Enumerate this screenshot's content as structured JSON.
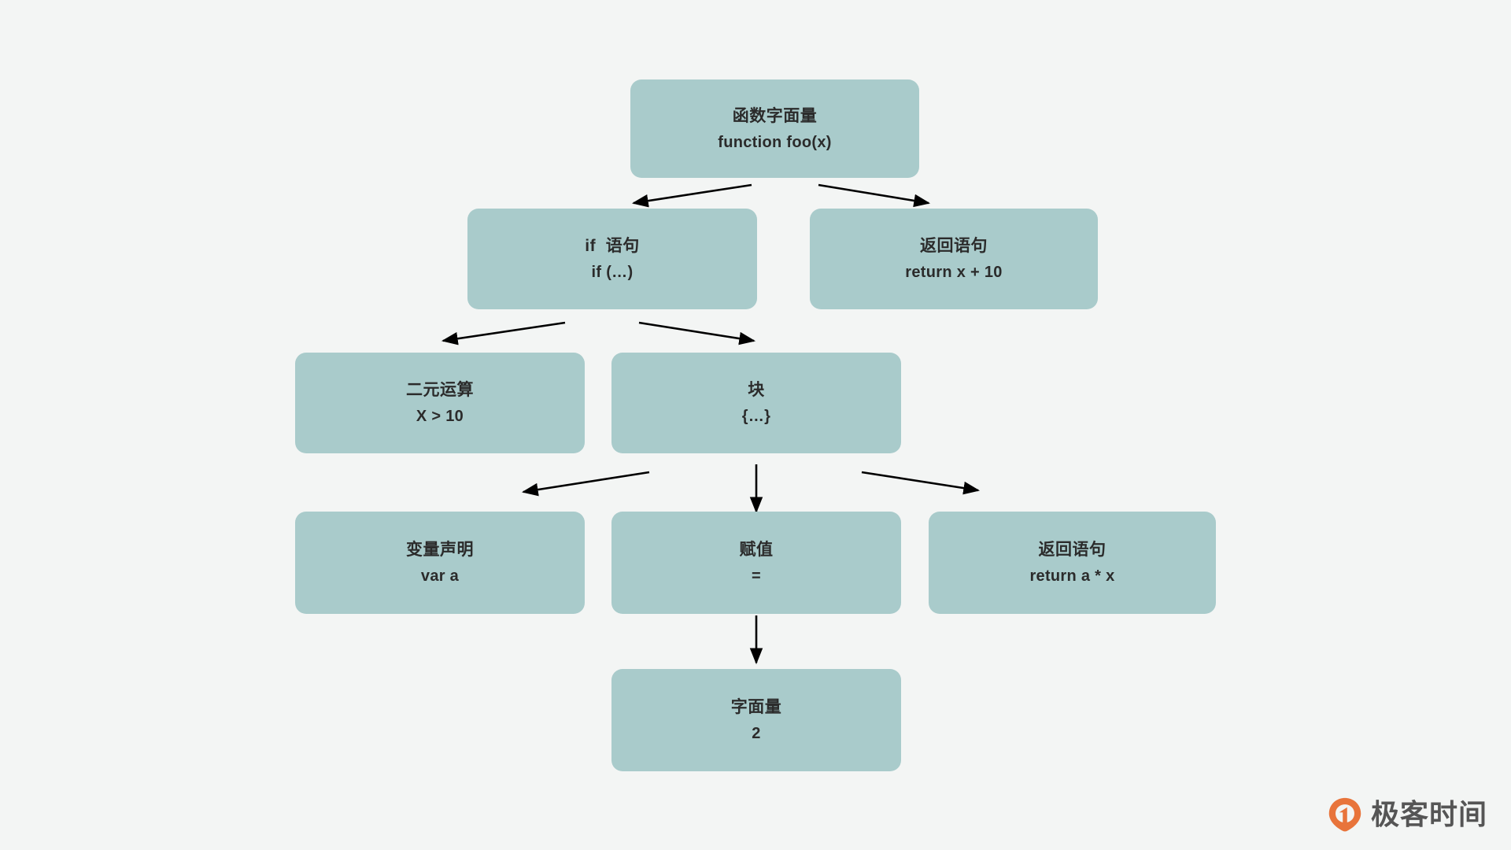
{
  "diagram": {
    "type": "ast-tree",
    "background_color": "#f3f5f4",
    "node_color": "#a9cbcb",
    "edge_color": "#000000",
    "text_color": "#2b2b2b",
    "nodes": [
      {
        "id": "function-literal",
        "title": "函数字面量",
        "code": "function foo(x)"
      },
      {
        "id": "if-statement",
        "title": "if  语句",
        "code": "if (…)"
      },
      {
        "id": "return-statement-top",
        "title": "返回语句",
        "code": "return x + 10"
      },
      {
        "id": "binary-operation",
        "title": "二元运算",
        "code": "X > 10"
      },
      {
        "id": "block",
        "title": "块",
        "code": "{…}"
      },
      {
        "id": "variable-declaration",
        "title": "变量声明",
        "code": "var a"
      },
      {
        "id": "assignment",
        "title": "赋值",
        "code": "="
      },
      {
        "id": "return-statement-inner",
        "title": "返回语句",
        "code": "return a * x"
      },
      {
        "id": "literal",
        "title": "字面量",
        "code": "2"
      }
    ]
  },
  "watermark": {
    "brand": "极客时间",
    "logo_icon": "geektime-logo-icon",
    "logo_color": "#e8743b"
  }
}
